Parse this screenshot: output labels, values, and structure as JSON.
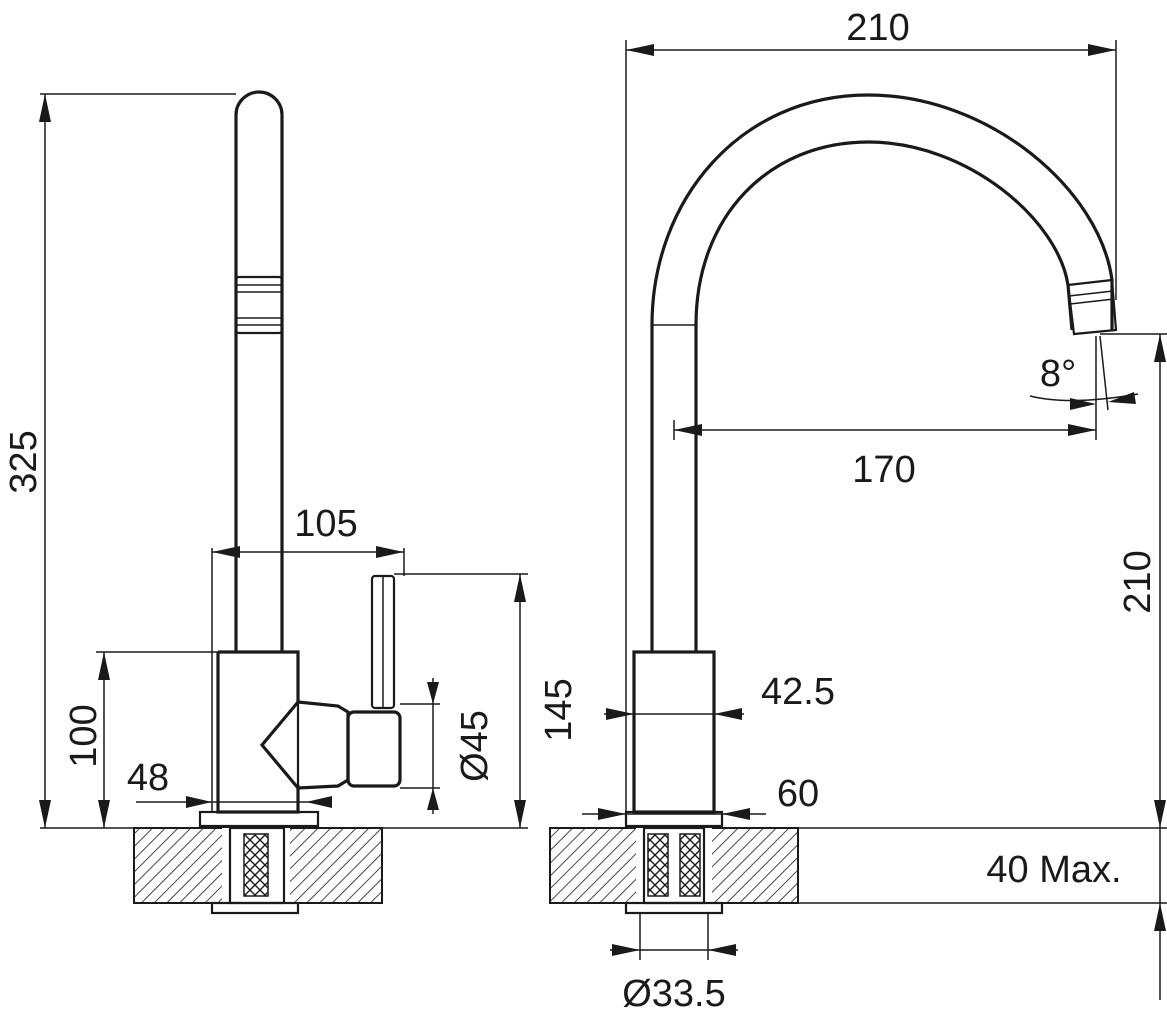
{
  "side_view": {
    "height_total": "325",
    "height_body": "100",
    "reach_handle": "105",
    "handle_height": "145",
    "handle_diameter": "Ø45",
    "base_diameter": "48"
  },
  "front_view": {
    "width_total": "210",
    "spout_reach": "170",
    "spout_angle": "8°",
    "spout_height": "210",
    "body_diameter": "42.5",
    "base_diameter": "60",
    "hole_diameter": "Ø33.5",
    "counter_thickness": "40 Max."
  }
}
